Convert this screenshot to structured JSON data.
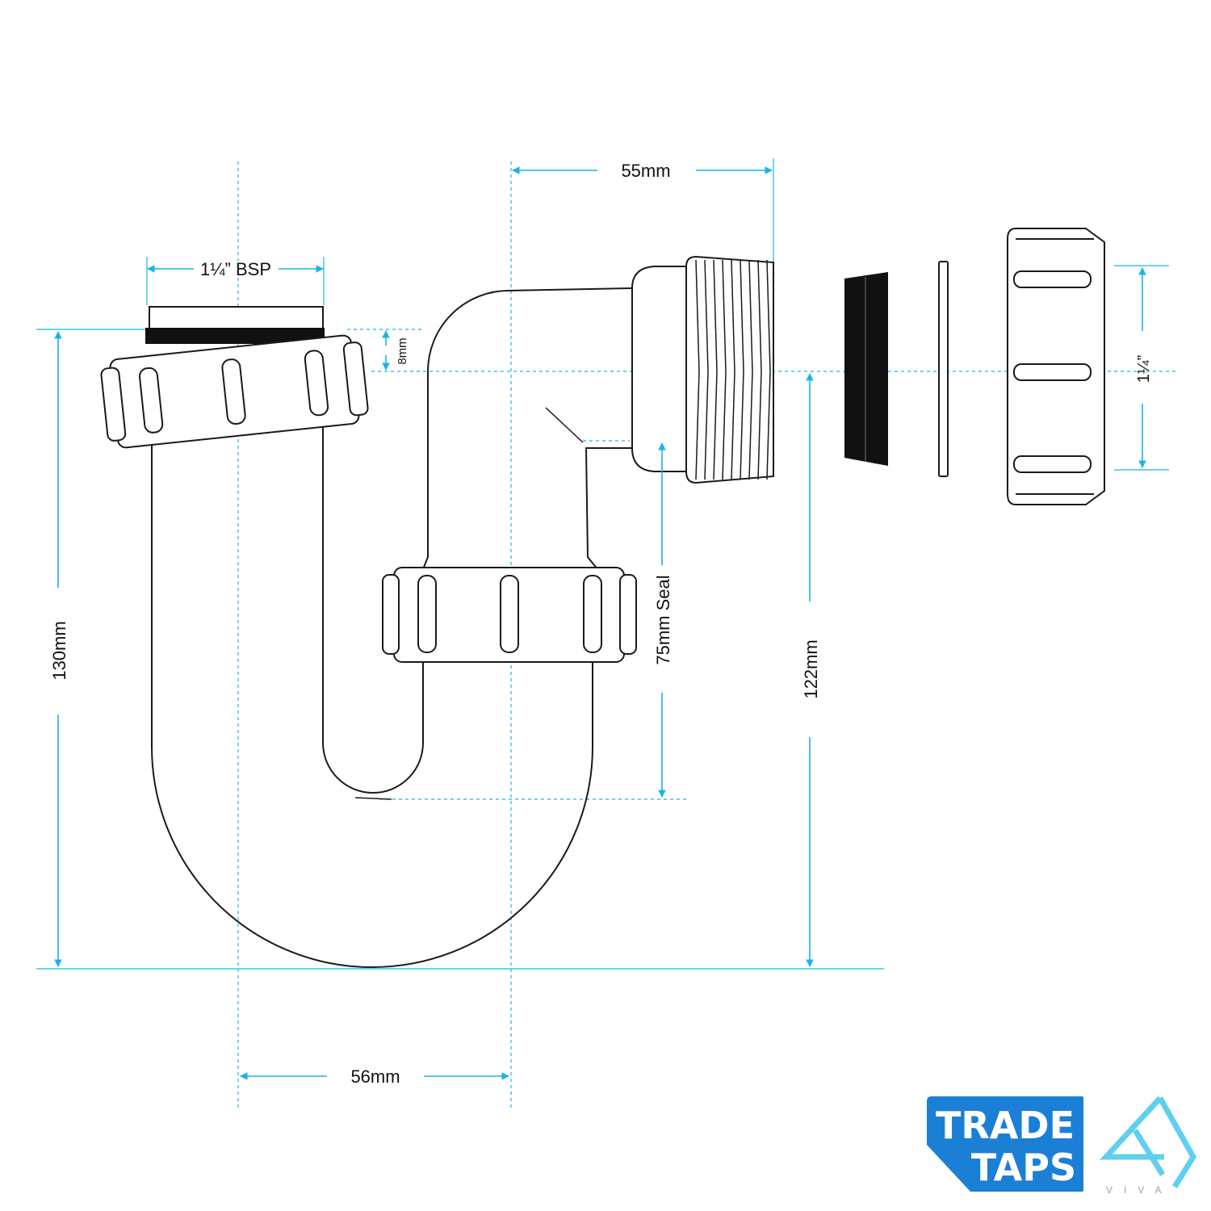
{
  "colors": {
    "accent": "#1bb3e8",
    "outline": "#1a1a1a",
    "seal_black": "#111111",
    "logo_blue": "#1b7fd6",
    "viva_cyan": "#5fd0ef"
  },
  "dimensions": {
    "bsp_label": "1¼” BSP",
    "top_width_label": "55mm",
    "washer_height_label": "8mm",
    "overall_height_label": "130mm",
    "seal_label": "75mm Seal",
    "outlet_height_label": "122mm",
    "centres_label": "56mm",
    "nut_size_label": "1¼”"
  },
  "branding": {
    "trade_line1": "TRADE",
    "trade_line2": "TAPS",
    "viva_word": "VIVA"
  }
}
